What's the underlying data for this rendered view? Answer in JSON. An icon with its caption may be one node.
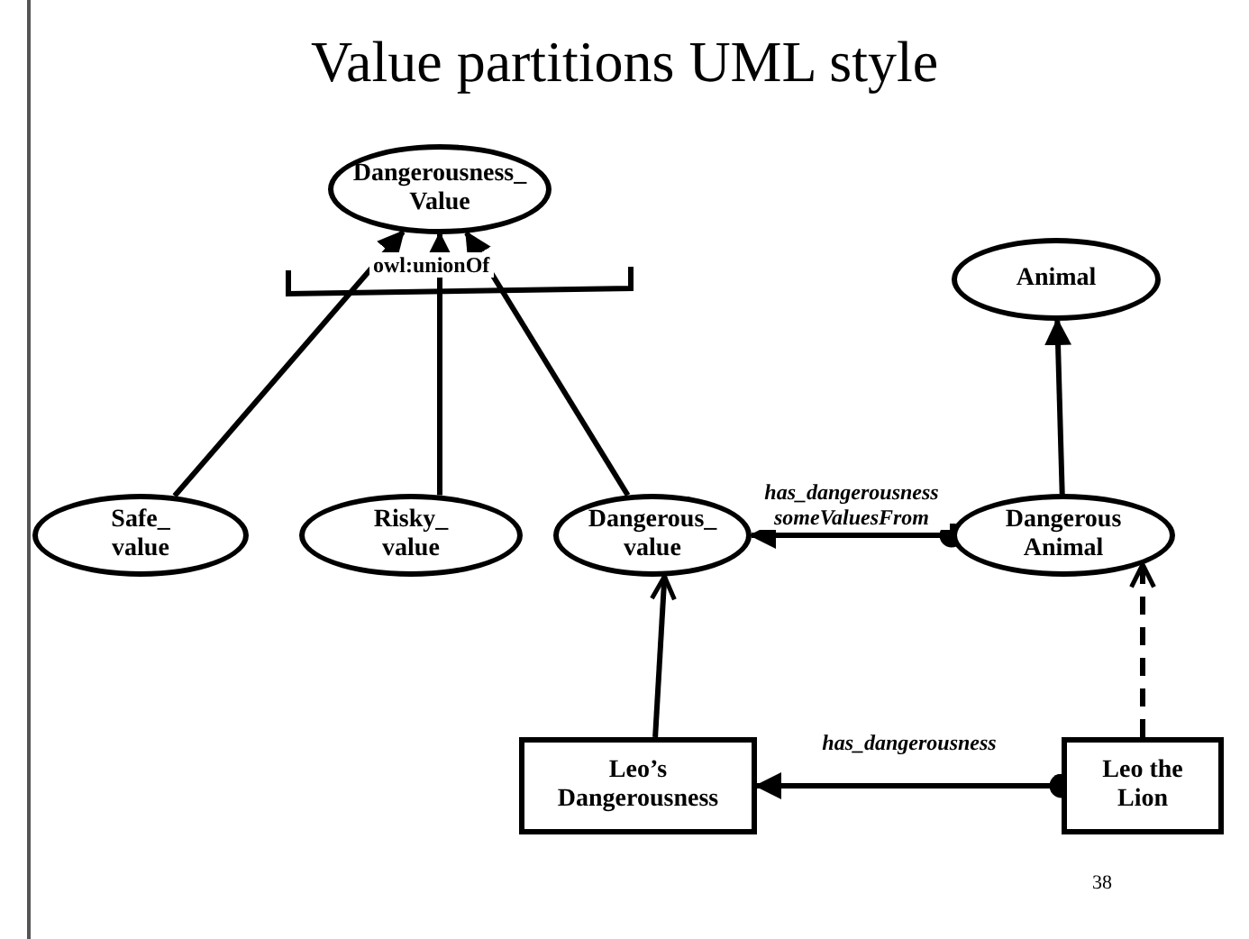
{
  "diagram": {
    "title": "Value partitions UML style",
    "nodes": [
      {
        "text": [
          "Dangerousness_ Value"
        ]
      },
      {
        "text": [
          "Safe_ value"
        ]
      },
      {
        "text": [
          "Risky_ value"
        ]
      },
      {
        "text": [
          "Dangerous_ value"
        ]
      },
      {
        "text": [
          "Animal"
        ]
      },
      {
        "text": [
          "Dangerous Animal"
        ]
      },
      {
        "text": [
          "Leo’s Dangerousness"
        ]
      },
      {
        "text": [
          "Leo the Lion"
        ]
      }
    ],
    "edges": [
      {
        "from": 1,
        "to": 0,
        "arrow": "to"
      },
      {
        "from": 2,
        "to": 0,
        "arrow": "to"
      },
      {
        "from": 3,
        "to": 0,
        "arrow": "to"
      },
      {
        "from": 5,
        "to": 4,
        "arrow": "to"
      },
      {
        "from": 5,
        "to": 3,
        "arrow": "to",
        "label": "has_dangerousness someValuesFrom"
      },
      {
        "from": 6,
        "to": 3,
        "arrow": "to"
      },
      {
        "from": 7,
        "to": 5,
        "arrow": "to",
        "style": "dashed"
      },
      {
        "from": 7,
        "to": 6,
        "arrow": "to",
        "label": "has_dangerousness"
      }
    ],
    "labels": [
      "owl:unionOf",
      "38"
    ]
  }
}
